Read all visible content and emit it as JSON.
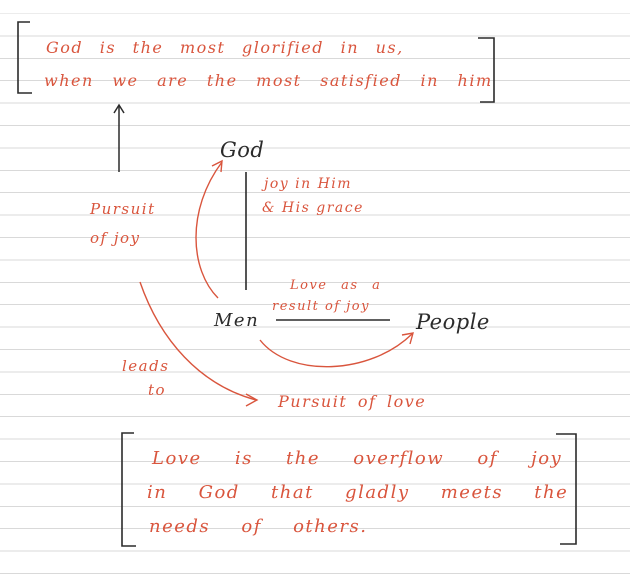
{
  "colors": {
    "red": "#d9553d",
    "ink": "#2b2b2b",
    "rule": "#d9d9d9"
  },
  "top_quote": {
    "line1": "God is the most glorified in us,",
    "line2": "when we are the most satisfied in him"
  },
  "nodes": {
    "god": "God",
    "men": "Men",
    "people": "People"
  },
  "labels": {
    "joy_line1": "joy in Him",
    "joy_line2": "& His grace",
    "pursuit_joy_1": "Pursuit",
    "pursuit_joy_2": "of joy",
    "love_result_1": "Love as a",
    "love_result_2": "result of joy",
    "leads_1": "leads",
    "leads_2": "to",
    "pursuit_love": "Pursuit of love"
  },
  "bottom_quote": {
    "line1": "Love is the overflow of joy",
    "line2": "in God that gladly meets the",
    "line3": "needs of others."
  }
}
